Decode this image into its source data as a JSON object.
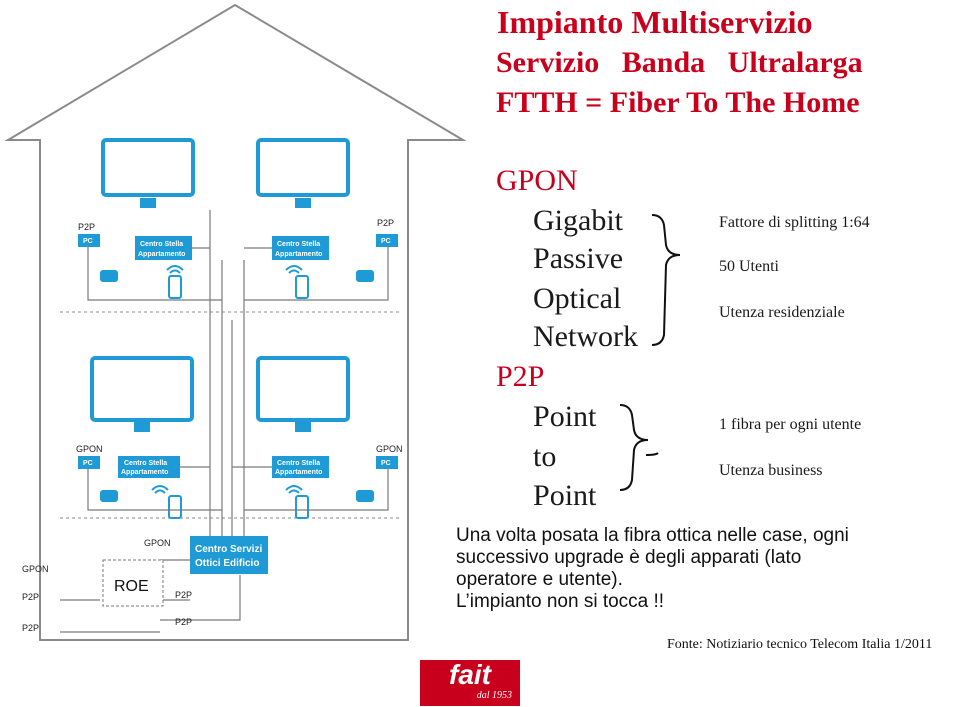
{
  "title": {
    "line1": "Impianto Multiservizio",
    "line2": "Servizio   Banda   Ultralarga",
    "line3": "FTTH = Fiber To The Home"
  },
  "gpon": {
    "heading": "GPON",
    "words": [
      {
        "first": "G",
        "rest": "igabit"
      },
      {
        "first": "P",
        "rest": "assive"
      },
      {
        "first": "O",
        "rest": "ptical"
      },
      {
        "first": "N",
        "rest": "etwork"
      }
    ],
    "notes": [
      "Fattore di splitting 1:64",
      "50 Utenti",
      "Utenza residenziale"
    ]
  },
  "p2p": {
    "heading": "P2P",
    "words": [
      {
        "first": "P",
        "rest": "oint"
      },
      {
        "first": "",
        "rest": "to"
      },
      {
        "first": "P",
        "rest": "oint"
      }
    ],
    "notes": [
      "1 fibra per ogni utente",
      "Utenza business"
    ]
  },
  "body": {
    "line1": "Una volta posata la fibra ottica nelle case, ogni",
    "line2": "successivo upgrade è degli apparati (lato",
    "line3": "operatore e utente).",
    "line4": "L’impianto non si tocca !!"
  },
  "source": "Fonte: Notiziario tecnico Telecom Italia 1/2011",
  "logo": {
    "name": "fait",
    "since": "dal 1953"
  },
  "diagram": {
    "label_p2p": "P2P",
    "label_gpon": "GPON",
    "label_pc": "PC",
    "centro_stella_1": "Centro Stella",
    "centro_stella_2": "Appartamento",
    "roe": "ROE",
    "centro_servizi_1": "Centro Servizi",
    "centro_servizi_2": "Ottici Edificio"
  },
  "colors": {
    "accent_red": "#c8001c",
    "diagram_blue": "#1e9bd7",
    "house_gray": "#8a8a8a"
  }
}
